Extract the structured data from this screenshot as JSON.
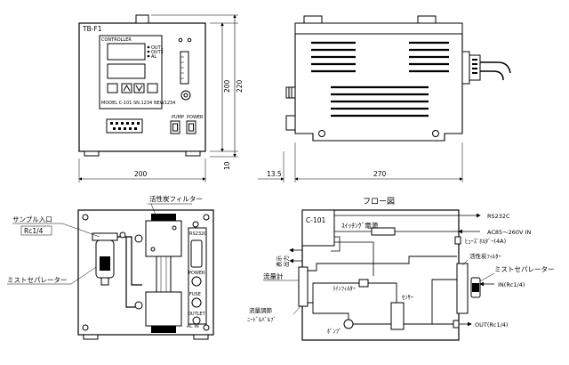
{
  "front_view": {
    "model_label": "TB-F1",
    "controller_brand": "CONTROLLER",
    "controller_model": "MODEL C-101",
    "controller_serial": "SN.1234 NEW1234",
    "indicator_labels": [
      "OUT1",
      "OUT2",
      "AL"
    ],
    "switch_pump_label": "PUMP",
    "switch_power_label": "POWER",
    "dim_width": "200",
    "dim_height_inner": "200",
    "dim_height_total": "220",
    "dim_foot": "10"
  },
  "side_view": {
    "dim_offset": "13.5",
    "dim_depth": "270"
  },
  "rear_view": {
    "label_charcoal_filter": "活性炭フィルター",
    "label_sample_inlet": "サンプル入口",
    "label_sample_inlet_size": "Rc1/4",
    "label_mist_separator": "ミストセパレーター",
    "panel_rs232c": "RS232C",
    "panel_power": "POWER",
    "panel_fuse": "FUSE",
    "panel_outlet": "OUTLET",
    "panel_ac_in": "AC IN"
  },
  "flow_diagram": {
    "title": "フロー図",
    "controller": "C-101",
    "switching_power": "ｽｲｯﾁﾝｸﾞ電源",
    "rs232c": "RS232C",
    "ac_in": "AC85～260V IN",
    "fuse_holder": "ﾋｭｰｽﾞﾎﾙﾀﾞｰ(4A)",
    "charcoal_filter": "活性炭ﾌｨﾙﾀｰ",
    "mist_separator": "ミストセパレーター",
    "in_port": "IN(Rc1/4)",
    "out_port": "OUT(Rc1/4)",
    "display": "表示",
    "output": "出力",
    "flow_meter": "流量計",
    "flow_adjust": "流量調節",
    "needle_valve": "ﾆｰﾄﾞﾙﾊﾞﾙﾌﾞ",
    "line_filter": "ﾗｲﾝﾌｨﾙﾀｰ",
    "sensor": "ｾﾝｻｰ",
    "pump": "ﾎﾟﾝﾌﾟ"
  }
}
